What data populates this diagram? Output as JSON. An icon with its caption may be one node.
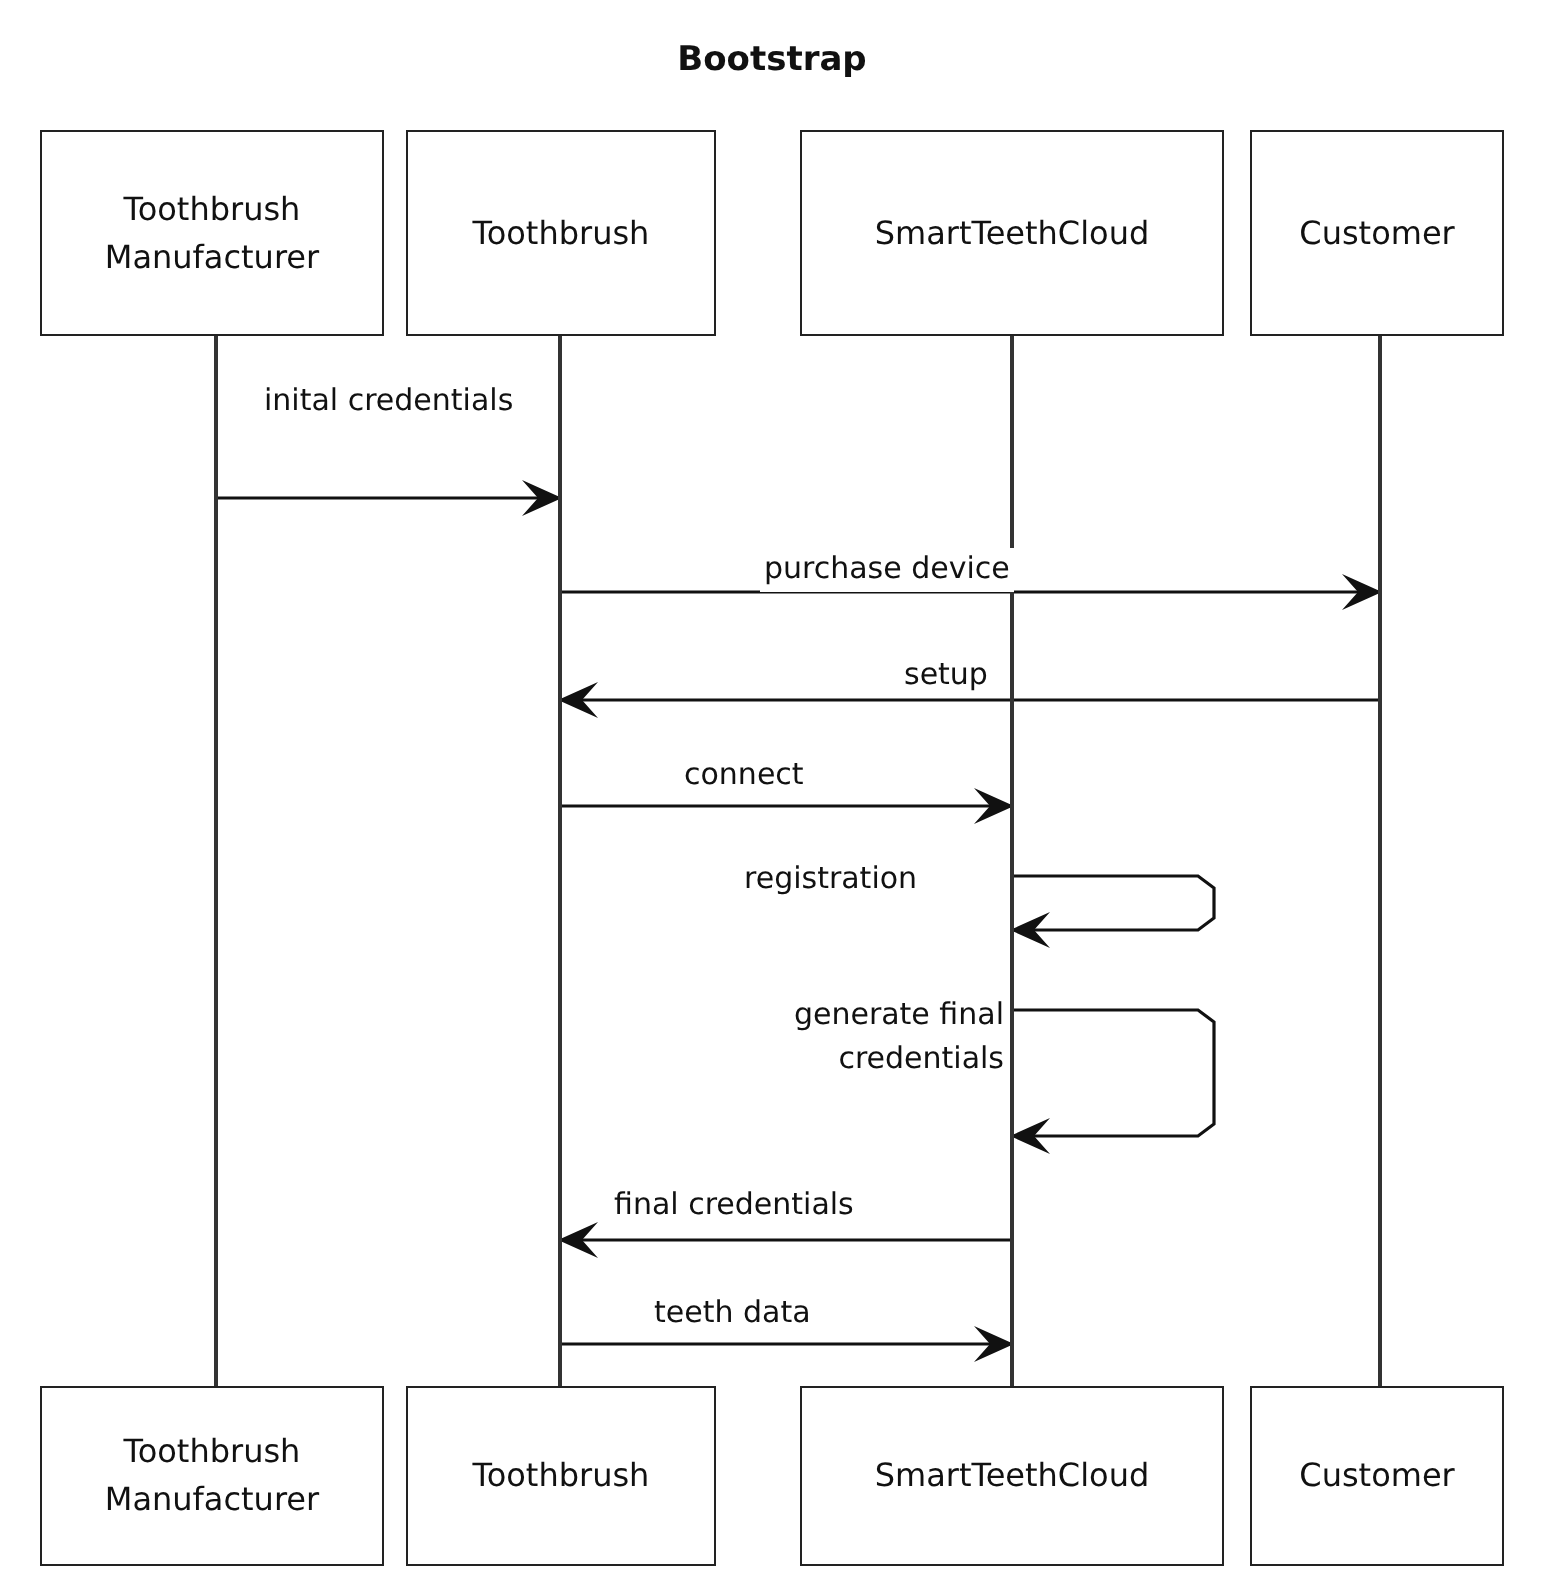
{
  "diagram": {
    "title": "Bootstrap",
    "nodes": [
      {
        "text": [
          "Toothbrush Manufacturer"
        ]
      },
      {
        "text": [
          "Toothbrush"
        ]
      },
      {
        "text": [
          "SmartTeethCloud"
        ]
      },
      {
        "text": [
          "Customer"
        ]
      },
      {
        "text": [],
        "shape": "bar"
      },
      {
        "text": [],
        "shape": "bar"
      },
      {
        "text": [],
        "shape": "bar"
      },
      {
        "text": [],
        "shape": "bar"
      },
      {
        "text": [
          "Toothbrush Manufacturer"
        ]
      },
      {
        "text": [
          "Toothbrush"
        ]
      },
      {
        "text": [
          "SmartTeethCloud"
        ]
      },
      {
        "text": [
          "Customer"
        ]
      }
    ],
    "edges": [
      {
        "from": 4,
        "to": 5,
        "arrow": "to",
        "label": "inital credentials"
      },
      {
        "from": 5,
        "to": 7,
        "arrow": "to",
        "label": "purchase device"
      },
      {
        "from": 7,
        "to": 5,
        "arrow": "to",
        "label": "setup"
      },
      {
        "from": 5,
        "to": 6,
        "arrow": "to",
        "label": "connect"
      },
      {
        "from": 6,
        "to": 6,
        "arrow": "to",
        "label": "registration"
      },
      {
        "from": 6,
        "to": 6,
        "arrow": "to",
        "label": "generate final credentials"
      },
      {
        "from": 6,
        "to": 5,
        "arrow": "to",
        "label": "final credentials"
      },
      {
        "from": 5,
        "to": 6,
        "arrow": "to",
        "label": "teeth data"
      }
    ]
  }
}
